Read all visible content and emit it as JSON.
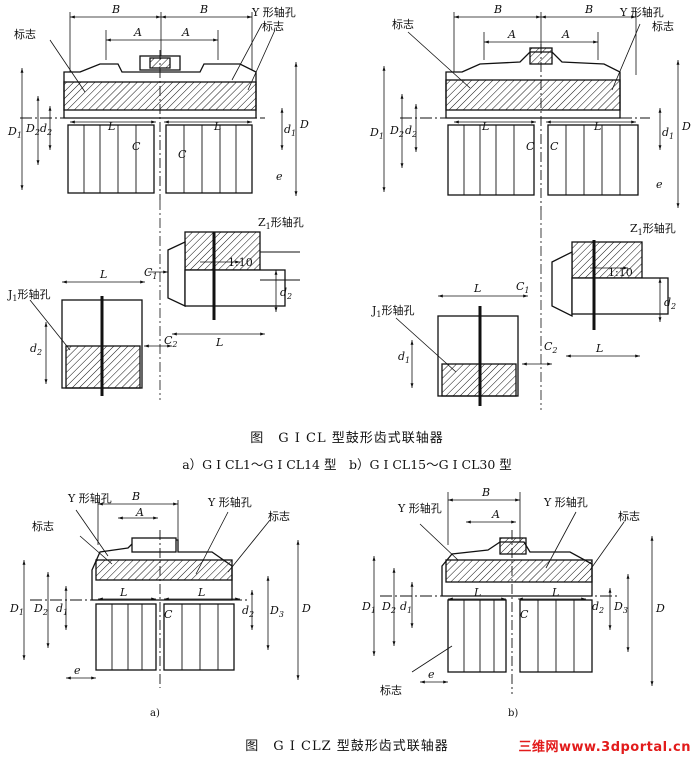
{
  "figure1": {
    "caption": "图　G I CL 型鼓形齿式联轴器",
    "subcaption": "a）G I CL1～G I CL14 型　b）G I CL15～G I CL30 型"
  },
  "figure2": {
    "caption": "图　G I CLZ 型鼓形齿式联轴器",
    "sub_a": "a)",
    "sub_b": "b)"
  },
  "labels": {
    "B": "B",
    "A": "A",
    "L": "L",
    "C": "C",
    "C1": "C",
    "C2": "C",
    "D": "D",
    "D1": "D",
    "D2": "D",
    "D3": "D",
    "d1": "d",
    "d2": "d",
    "e": "e",
    "sub1": "1",
    "sub2": "2",
    "sub3": "3",
    "y_bore": "Y 形轴孔",
    "mark": "标志",
    "z1_bore": "Z",
    "z1_bore_rest": "形轴孔",
    "j1_bore": "J",
    "j1_bore_rest": "形轴孔",
    "taper": "1:10"
  },
  "watermark": "三维网www.3dportal.cn"
}
